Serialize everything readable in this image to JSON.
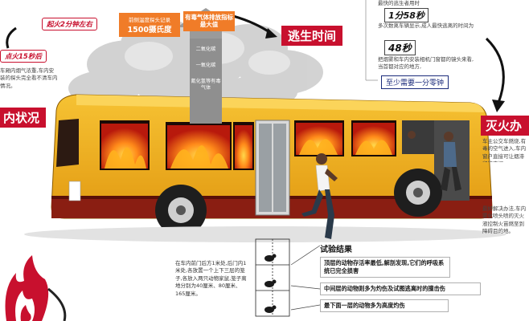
{
  "top_left": {
    "ignite_label": "起火2分钟左右",
    "ignite15_label": "点火15秒后",
    "left_note": "车厢内烟气浓重,车内安装的探头完全看不清车内情况。"
  },
  "temperature": {
    "line1": "前侧温度探头记录",
    "line2": "1500摄氏度"
  },
  "gas": {
    "header": "有毒气体排放指标最大值",
    "items": [
      "二氧化碳",
      "一氧化碳",
      "氰化氢等有毒气体"
    ]
  },
  "escape": {
    "title": "逃生时间",
    "note1": "最快的逃生者用时",
    "time1": "1分58秒",
    "note2": "多次数离车辆显示,成人最快逃离的时间为",
    "time2": "48秒",
    "note3": "把烟雾和车内安装相机门窗都的镜头来看,当首都对应的地方,",
    "minimum": "至少需要一分零钟"
  },
  "inside": {
    "title": "内状况"
  },
  "extinguish": {
    "title": "灭火办",
    "note": "车主公交车燃烧,有毒的空气进入,车内窗户直接可让烟滞留的空间。",
    "note2": "最好解决办法,车内雾化喷头喷的灭火液控制火苗燃至到障碍目的地。"
  },
  "experiment": {
    "desc": "在车内前门后方1米处,后门内1米处,各放置一个上下三层的笼子,各放入两只动物家鼠,笼子离地分别为40厘米、80厘米、165厘米。",
    "title": "试验结果",
    "results": [
      "顶层的动物存活率最低,解剖发现,它们的呼吸系统已完全损害",
      "中间层的动物则多为灼伤及试图逃离时的撞击伤",
      "最下面一层的动物多为高度灼伤"
    ]
  },
  "colors": {
    "bus_body": "#f2b01e",
    "bus_skirt": "#8a1e12",
    "accent_red": "#c8102e",
    "orange": "#f07c28"
  }
}
